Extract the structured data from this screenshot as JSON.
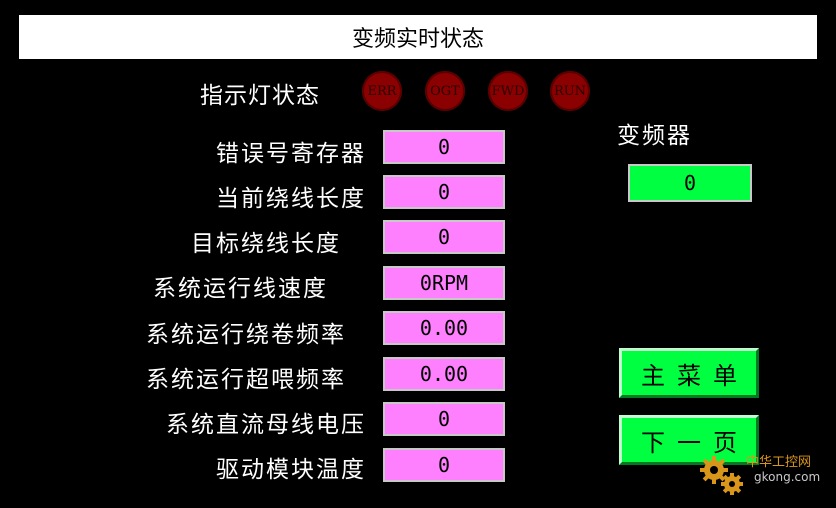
{
  "title": "变频实时状态",
  "indicator": {
    "label": "指示灯状态",
    "leds": [
      "ERR",
      "OGT",
      "FWD",
      "RUN"
    ]
  },
  "rows": [
    {
      "label": "错误号寄存器",
      "value": "0"
    },
    {
      "label": "当前绕线长度",
      "value": "0"
    },
    {
      "label": "目标绕线长度",
      "value": "0"
    },
    {
      "label": "系统运行线速度",
      "value": "0RPM"
    },
    {
      "label": "系统运行绕卷频率",
      "value": "0.00"
    },
    {
      "label": "系统运行超喂频率",
      "value": "0.00"
    },
    {
      "label": "系统直流母线电压",
      "value": "0"
    },
    {
      "label": "驱动模块温度",
      "value": "0"
    }
  ],
  "vfd": {
    "label": "变频器",
    "value": "0"
  },
  "buttons": {
    "main_menu": "主菜单",
    "next_page": "下一页"
  },
  "watermark": {
    "text": "中华工控网",
    "url": "gkong.com"
  },
  "colors": {
    "value_box": "#ff80ff",
    "vfd_box": "#00ff40",
    "button": "#00ff40",
    "led_off": "#8b0000"
  }
}
